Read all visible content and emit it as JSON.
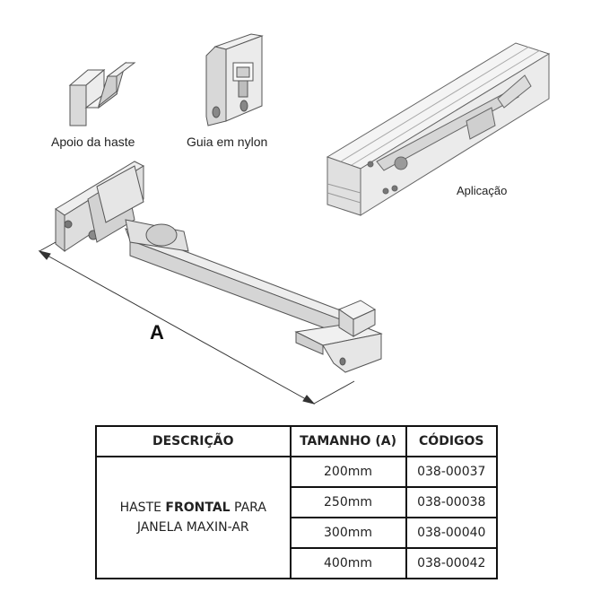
{
  "captions": {
    "apoio": "Apoio da haste",
    "guia": "Guia em nylon",
    "aplicacao": "Aplicação"
  },
  "dimension_label": "A",
  "table": {
    "headers": [
      "DESCRIÇÃO",
      "TAMANHO (A)",
      "CÓDIGOS"
    ],
    "description": {
      "pre": "HASTE ",
      "bold": "FRONTAL",
      "post": " PARA",
      "line2": "JANELA MAXIN-AR"
    },
    "rows": [
      {
        "size": "200mm",
        "code": "038-00037"
      },
      {
        "size": "250mm",
        "code": "038-00038"
      },
      {
        "size": "300mm",
        "code": "038-00040"
      },
      {
        "size": "400mm",
        "code": "038-00042"
      }
    ]
  }
}
